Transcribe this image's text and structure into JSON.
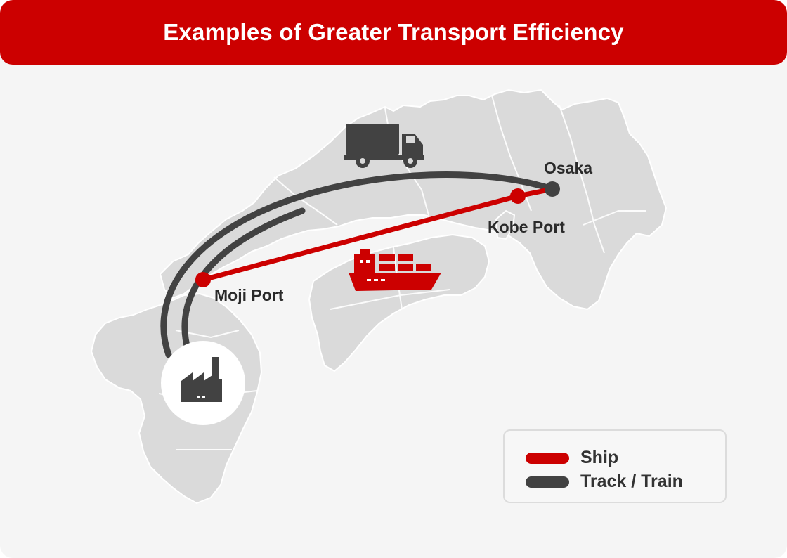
{
  "header": {
    "title": "Examples of Greater Transport Efficiency"
  },
  "colors": {
    "ship": "#cc0000",
    "truck_train": "#424242",
    "land": "#dadada",
    "header": "#cc0000"
  },
  "map": {
    "labels": {
      "osaka": "Osaka",
      "kobe_port": "Kobe Port",
      "moji_port": "Moji Port"
    },
    "icons": [
      "truck-icon",
      "cargo-ship-icon",
      "factory-icon"
    ]
  },
  "legend": {
    "items": [
      {
        "label": "Ship",
        "color": "#cc0000"
      },
      {
        "label": "Track / Train",
        "color": "#424242"
      }
    ]
  }
}
